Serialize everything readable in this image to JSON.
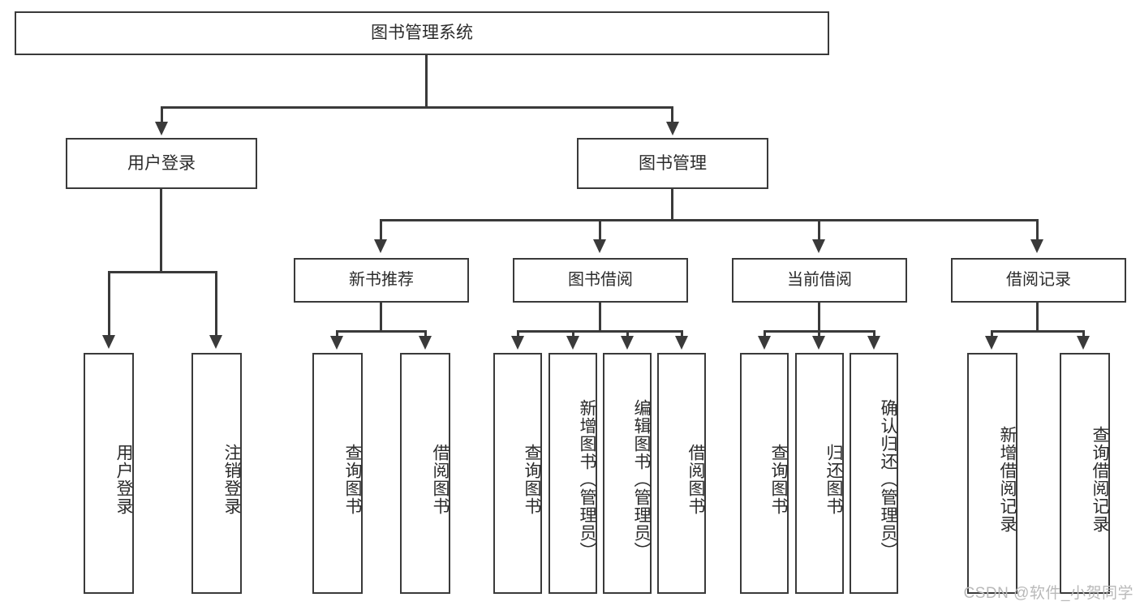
{
  "diagram": {
    "title": "图书管理系统",
    "type": "tree",
    "root": {
      "label": "图书管理系统",
      "children": [
        {
          "label": "用户登录",
          "children": [
            {
              "label": "用户登录"
            },
            {
              "label": "注销登录"
            }
          ]
        },
        {
          "label": "图书管理",
          "children": [
            {
              "label": "新书推荐",
              "children": [
                {
                  "label": "查询图书"
                },
                {
                  "label": "借阅图书"
                }
              ]
            },
            {
              "label": "图书借阅",
              "children": [
                {
                  "label": "查询图书"
                },
                {
                  "label": "新增图书（管理员）"
                },
                {
                  "label": "编辑图书（管理员）"
                },
                {
                  "label": "借阅图书"
                }
              ]
            },
            {
              "label": "当前借阅",
              "children": [
                {
                  "label": "查询图书"
                },
                {
                  "label": "归还图书"
                },
                {
                  "label": "确认归还（管理员）"
                }
              ]
            },
            {
              "label": "借阅记录",
              "children": [
                {
                  "label": "新增借阅记录"
                },
                {
                  "label": "查询借阅记录"
                }
              ]
            }
          ]
        }
      ]
    }
  },
  "nodes": {
    "root": "图书管理系统",
    "user_login": "用户登录",
    "book_manage": "图书管理",
    "new_book_rec": "新书推荐",
    "book_borrow": "图书借阅",
    "current_borrow": "当前借阅",
    "borrow_record": "借阅记录",
    "leaf_user_login": "用户登录",
    "leaf_logout": "注销登录",
    "leaf_query_book_a": "查询图书",
    "leaf_borrow_book_a": "借阅图书",
    "leaf_query_book_b": "查询图书",
    "leaf_add_book": "新增图书（管理员）",
    "leaf_edit_book": "编辑图书（管理员）",
    "leaf_borrow_book_b": "借阅图书",
    "leaf_query_book_c": "查询图书",
    "leaf_return_book": "归还图书",
    "leaf_confirm_return": "确认归还（管理员）",
    "leaf_add_record": "新增借阅记录",
    "leaf_query_record": "查询借阅记录"
  },
  "watermark": {
    "text": "CSDN @软件_小贺同学"
  },
  "colors": {
    "stroke": "#3a3a3a",
    "fill": "#ffffff",
    "text": "#2b2b2b",
    "watermark": "#b9b9b9"
  }
}
